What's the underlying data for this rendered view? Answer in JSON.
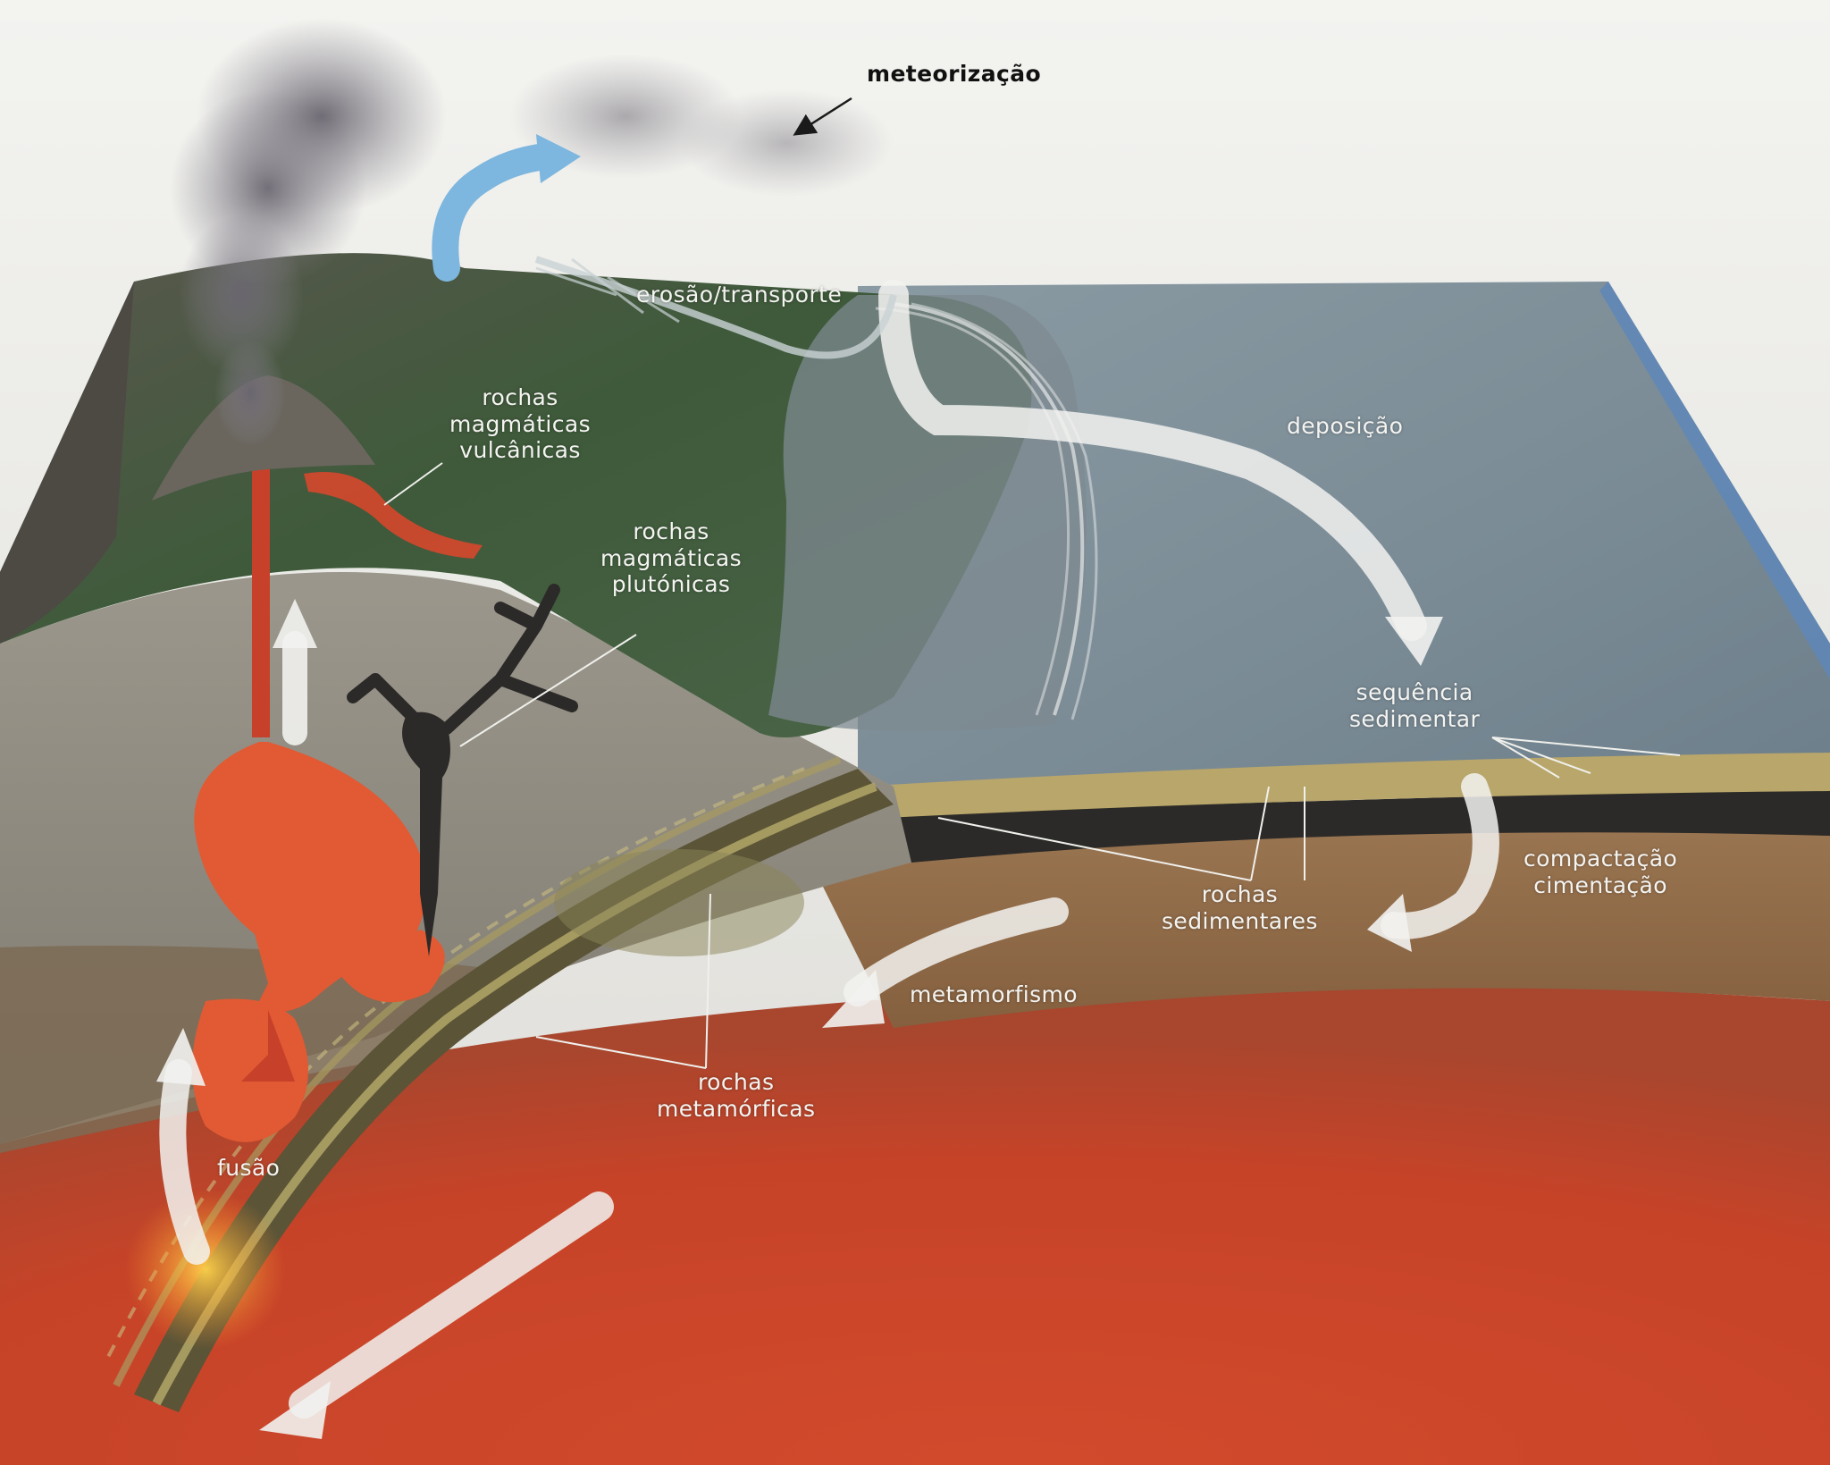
{
  "colors": {
    "page_bg": "#e4e3df",
    "sky_top": "#f2f2ef",
    "sea": "#7e8f98",
    "sea_edge": "#5f87b8",
    "land_green": "#3f5a3a",
    "crust_grey": "#8d8a80",
    "crust_brown": "#8c6a4a",
    "mantle_red": "#c8432a",
    "magma_orange": "#e2582f",
    "arrow_white": "#f2f2f0",
    "arrow_blue": "#7db6de",
    "smoke": "#6c6870"
  },
  "labels": {
    "meteorizacao": "meteorização",
    "erosao": "erosão/transporte",
    "deposicao": "deposição",
    "vulcanicas": [
      "rochas",
      "magmáticas",
      "vulcânicas"
    ],
    "plutonicas": [
      "rochas",
      "magmáticas",
      "plutónicas"
    ],
    "sequencia": [
      "sequência",
      "sedimentar"
    ],
    "compactacao": [
      "compactação",
      "cimentação"
    ],
    "sedimentares": [
      "rochas",
      "sedimentares"
    ],
    "metamorfismo": "metamorfismo",
    "metamorficas": [
      "rochas",
      "metamórficas"
    ],
    "fusao": "fusão"
  }
}
